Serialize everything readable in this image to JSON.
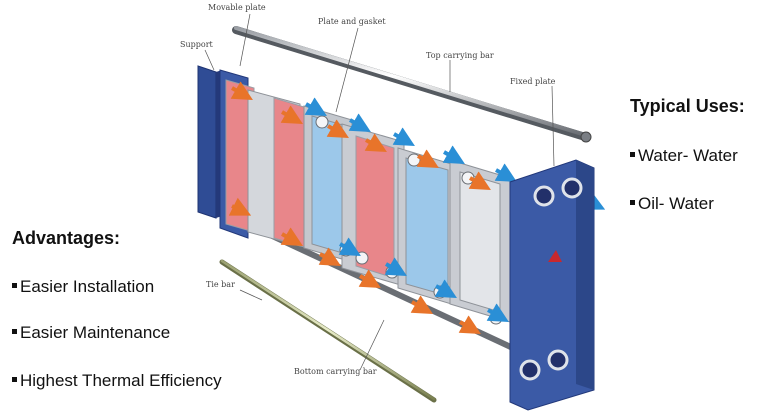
{
  "labels": {
    "movable_plate": "Movable plate",
    "support": "Support",
    "plate_and_gasket": "Plate and gasket",
    "top_carrying_bar": "Top carrying bar",
    "fixed_plate": "Fixed plate",
    "tie_bar": "Tie bar",
    "bottom_carrying_bar": "Bottom carrying bar"
  },
  "typical_uses": {
    "heading": "Typical Uses:",
    "items": [
      "Water- Water",
      "Oil- Water"
    ]
  },
  "advantages": {
    "heading": "Advantages:",
    "items": [
      "Easier Installation",
      "Easier Maintenance",
      "Highest Thermal Efficiency"
    ]
  },
  "colors": {
    "frame_blue": "#3b5aa6",
    "hot_plate": "#e8868a",
    "cold_plate": "#9cc8ea",
    "neutral_plate": "#c9ccd2",
    "hot_flow_arrow": "#e8742a",
    "cold_flow_arrow": "#2a8fd6"
  }
}
